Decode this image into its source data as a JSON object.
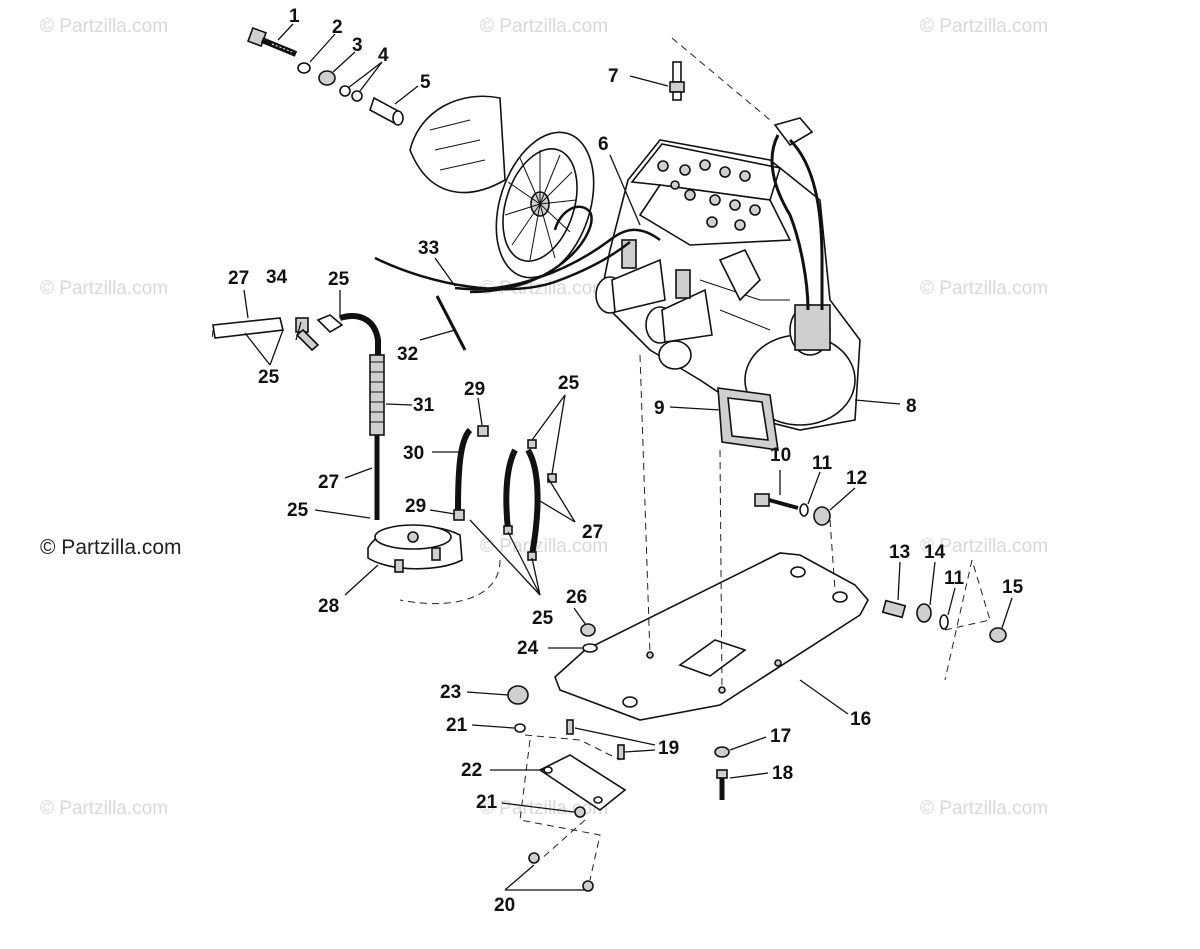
{
  "watermarks": {
    "text": "© Partzilla.com",
    "emphasized_text": "© Partzilla.com"
  },
  "callouts": [
    "1",
    "2",
    "3",
    "4",
    "5",
    "6",
    "7",
    "8",
    "9",
    "10",
    "11",
    "11",
    "12",
    "13",
    "14",
    "15",
    "16",
    "17",
    "18",
    "19",
    "20",
    "21",
    "21",
    "22",
    "23",
    "24",
    "25",
    "25",
    "25",
    "25",
    "25",
    "26",
    "27",
    "27",
    "27",
    "28",
    "29",
    "29",
    "30",
    "31",
    "32",
    "33",
    "34"
  ]
}
